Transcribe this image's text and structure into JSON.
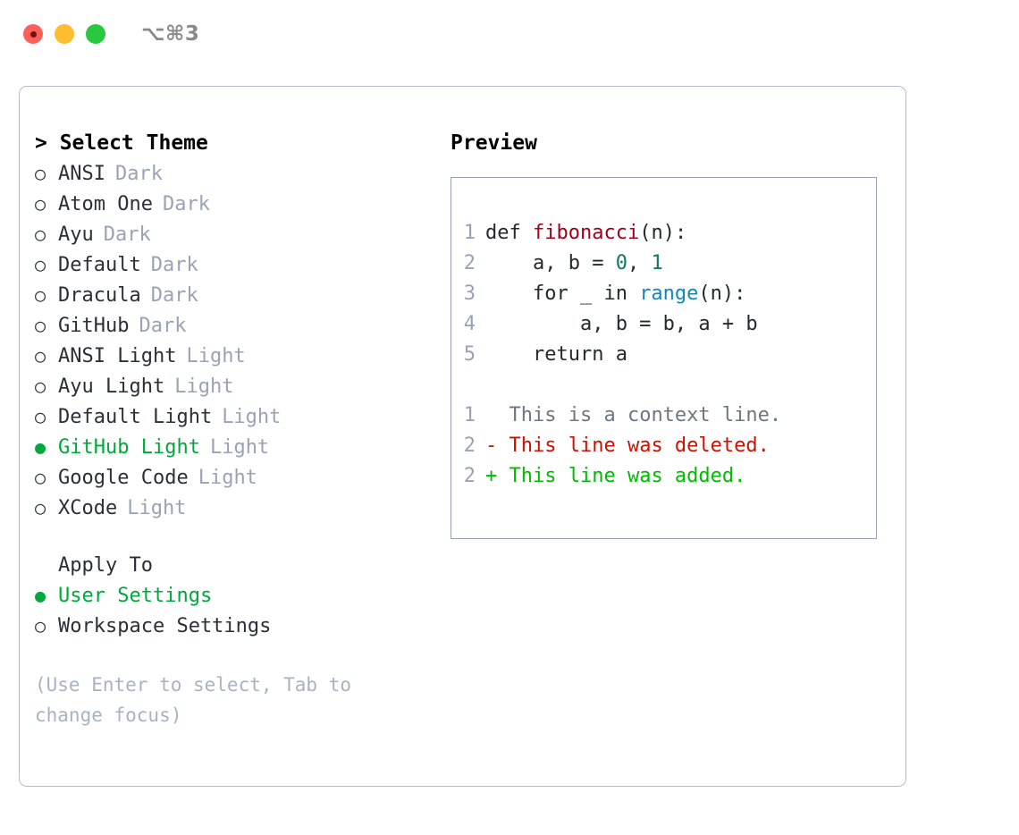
{
  "titlebar": {
    "shortcut": "⌥⌘3",
    "buttons": [
      "close",
      "minimize",
      "maximize"
    ]
  },
  "left": {
    "title": "> Select Theme",
    "themes": [
      {
        "bullet": "○",
        "name": "ANSI",
        "suffix": "Dark",
        "selected": false
      },
      {
        "bullet": "○",
        "name": "Atom One",
        "suffix": "Dark",
        "selected": false
      },
      {
        "bullet": "○",
        "name": "Ayu",
        "suffix": "Dark",
        "selected": false
      },
      {
        "bullet": "○",
        "name": "Default",
        "suffix": "Dark",
        "selected": false
      },
      {
        "bullet": "○",
        "name": "Dracula",
        "suffix": "Dark",
        "selected": false
      },
      {
        "bullet": "○",
        "name": "GitHub",
        "suffix": "Dark",
        "selected": false
      },
      {
        "bullet": "○",
        "name": "ANSI Light",
        "suffix": "Light",
        "selected": false
      },
      {
        "bullet": "○",
        "name": "Ayu Light",
        "suffix": "Light",
        "selected": false
      },
      {
        "bullet": "○",
        "name": "Default Light",
        "suffix": "Light",
        "selected": false
      },
      {
        "bullet": "●",
        "name": "GitHub Light",
        "suffix": "Light",
        "selected": true
      },
      {
        "bullet": "○",
        "name": "Google Code",
        "suffix": "Light",
        "selected": false
      },
      {
        "bullet": "○",
        "name": "XCode",
        "suffix": "Light",
        "selected": false
      }
    ],
    "apply_to": {
      "title": "Apply To",
      "options": [
        {
          "bullet": "●",
          "name": "User Settings",
          "selected": true
        },
        {
          "bullet": "○",
          "name": "Workspace Settings",
          "selected": false
        }
      ]
    },
    "hint": "(Use Enter to select, Tab to change focus)"
  },
  "right": {
    "title": "Preview",
    "code_lines": [
      {
        "num": "1",
        "tokens": [
          {
            "t": "def ",
            "c": "plain"
          },
          {
            "t": "fibonacci",
            "c": "fn"
          },
          {
            "t": "(n):",
            "c": "plain"
          }
        ]
      },
      {
        "num": "2",
        "tokens": [
          {
            "t": "    a, b = ",
            "c": "plain"
          },
          {
            "t": "0",
            "c": "num"
          },
          {
            "t": ", ",
            "c": "plain"
          },
          {
            "t": "1",
            "c": "num"
          }
        ]
      },
      {
        "num": "3",
        "tokens": [
          {
            "t": "    for _ in ",
            "c": "plain"
          },
          {
            "t": "range",
            "c": "kw"
          },
          {
            "t": "(n):",
            "c": "plain"
          }
        ]
      },
      {
        "num": "4",
        "tokens": [
          {
            "t": "        a, b = b, a + b",
            "c": "plain"
          }
        ]
      },
      {
        "num": "5",
        "tokens": [
          {
            "t": "    return a",
            "c": "plain"
          }
        ]
      }
    ],
    "diff_lines": [
      {
        "num": "1",
        "marker": "  ",
        "text": "This is a context line.",
        "kind": "ctx"
      },
      {
        "num": "2",
        "marker": "- ",
        "text": "This line was deleted.",
        "kind": "del"
      },
      {
        "num": "2",
        "marker": "+ ",
        "text": "This line was added.",
        "kind": "add"
      }
    ]
  },
  "colors": {
    "selected_green": "#00a83c",
    "muted_grey": "#9aa3b5",
    "diff_add": "#00bb00",
    "diff_del": "#cc1100",
    "token_fn": "#a4001a",
    "token_kw": "#1188bb",
    "token_num": "#117766",
    "card_border": "#b4bcc9"
  }
}
